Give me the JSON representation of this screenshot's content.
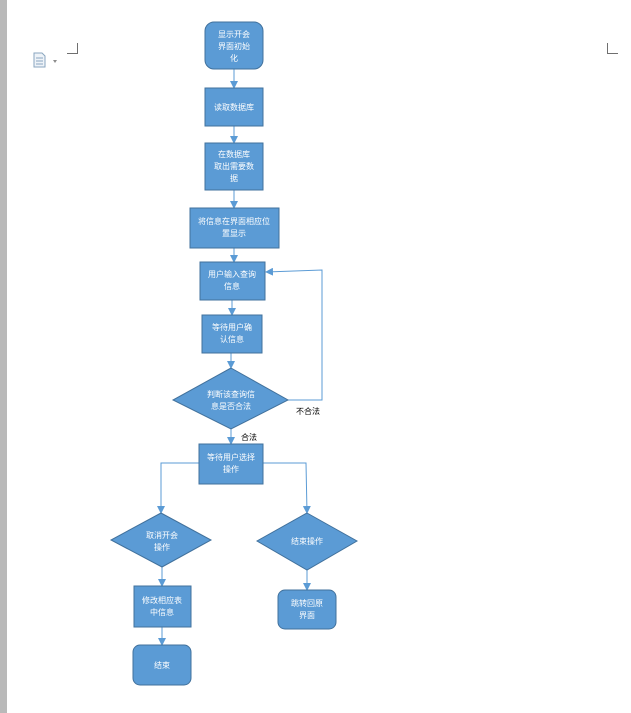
{
  "nodes": {
    "init": [
      "显示开会",
      "界面初始",
      "化"
    ],
    "read_db": [
      "读取数据库"
    ],
    "get_data": [
      "在数据库",
      "取出需要数",
      "据"
    ],
    "show_info": [
      "将信息在界面相应位",
      "置显示"
    ],
    "input_query": [
      "用户输入查询",
      "信息"
    ],
    "wait_confirm": [
      "等待用户确",
      "认信息"
    ],
    "check_valid": [
      "判断该查询信",
      "息是否合法"
    ],
    "wait_select": [
      "等待用户选择",
      "操作"
    ],
    "cancel_meeting": [
      "取消开会",
      "操作"
    ],
    "end_op": [
      "结束操作"
    ],
    "modify_table": [
      "修改相应表",
      "中信息"
    ],
    "finish": [
      "结束"
    ],
    "return_main": [
      "跳转回原",
      "界面"
    ]
  },
  "edge_labels": {
    "invalid": "不合法",
    "valid": "合法"
  },
  "colors": {
    "node_fill": "#5b9bd5",
    "node_stroke": "#41719c",
    "edge": "#5b9bd5",
    "node_text": "#ffffff"
  },
  "icons": [
    "page-icon",
    "dropdown-arrow-icon",
    "crop-mark-icon"
  ]
}
